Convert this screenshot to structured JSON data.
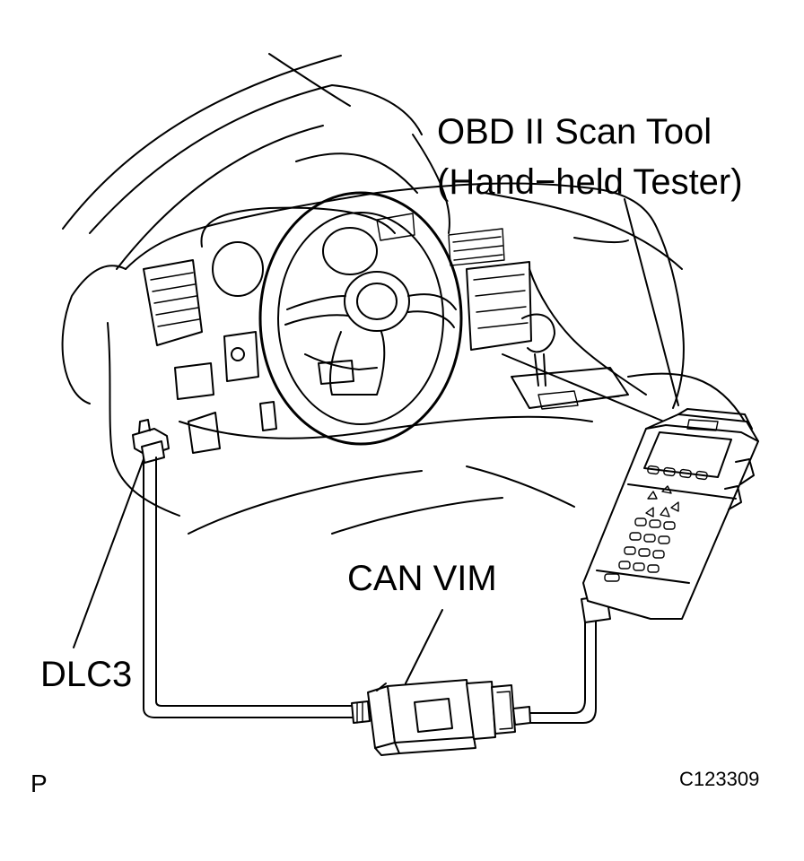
{
  "labels": {
    "scan_tool_line1": "OBD II Scan Tool",
    "scan_tool_line2": "(Hand−held Tester)",
    "can_vim": "CAN VIM",
    "dlc3": "DLC3",
    "corner_letter": "P",
    "figure_code": "C123309"
  },
  "colors": {
    "ink": "#000000",
    "paper": "#ffffff"
  }
}
